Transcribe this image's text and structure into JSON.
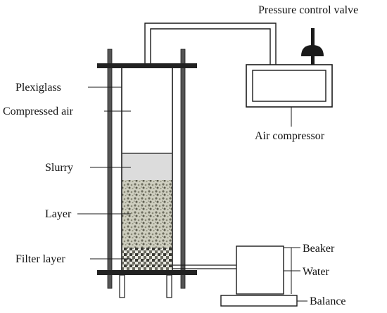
{
  "labels": {
    "pressure_valve": "Pressure control valve",
    "air_compressor": "Air compressor",
    "plexiglass": "Plexiglass",
    "compressed_air": "Compressed air",
    "slurry": "Slurry",
    "layer": "Layer",
    "filter_layer": "Filter layer",
    "beaker": "Beaker",
    "water": "Water",
    "balance": "Balance"
  },
  "colors": {
    "line": "#1a1a1a",
    "slurry": "#dcdcdc",
    "plate": "#222222",
    "rod": "#555555"
  }
}
